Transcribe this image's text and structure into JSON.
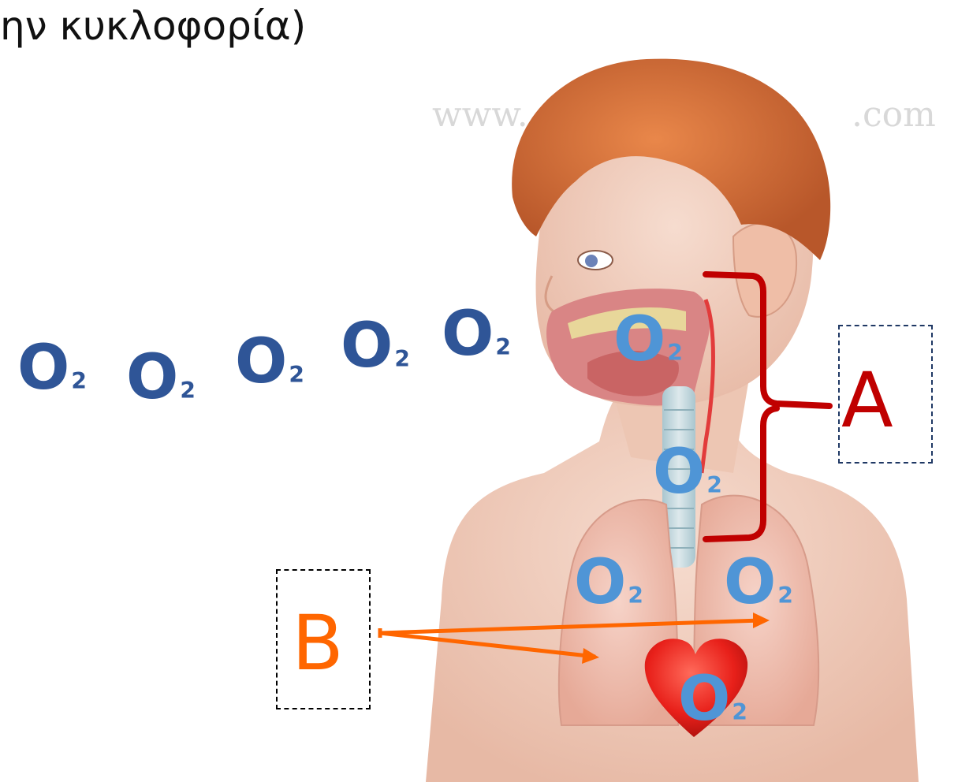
{
  "slide": {
    "title_fragment": "ην κυκλοφορία)"
  },
  "o2_label": {
    "symbol": "O",
    "subscript": "2"
  },
  "labels": {
    "a": "A",
    "b": "B"
  },
  "watermark": {
    "text_1": "www.",
    "text_2": ".com"
  },
  "colors": {
    "o2_outside": "#2f5597",
    "o2_inside": "#4f95d6",
    "label_a": "#c00000",
    "label_b": "#ff6600",
    "brace": "#c00000",
    "arrows": "#ff6600",
    "heart": "#e8201a",
    "box_a_border": "#1f3864",
    "box_b_border": "#000000"
  }
}
